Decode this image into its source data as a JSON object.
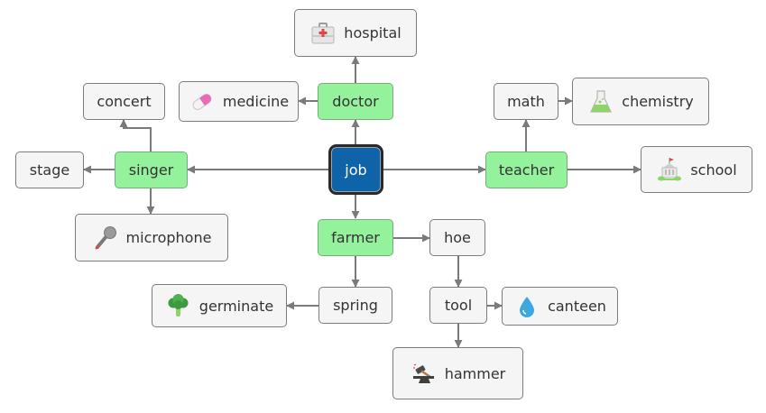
{
  "diagram": {
    "root": {
      "label": "job"
    },
    "nodes": {
      "doctor": "doctor",
      "hospital": "hospital",
      "medicine": "medicine",
      "singer": "singer",
      "concert": "concert",
      "stage": "stage",
      "microphone": "microphone",
      "teacher": "teacher",
      "math": "math",
      "chemistry": "chemistry",
      "school": "school",
      "farmer": "farmer",
      "hoe": "hoe",
      "tool": "tool",
      "canteen": "canteen",
      "hammer": "hammer",
      "spring": "spring",
      "germinate": "germinate"
    },
    "icons": {
      "hospital": "first-aid-kit-icon",
      "medicine": "pill-capsule-icon",
      "chemistry": "flask-icon",
      "school": "school-building-icon",
      "microphone": "microphone-icon",
      "canteen": "water-drop-icon",
      "hammer": "hammer-anvil-icon",
      "germinate": "broccoli-icon"
    },
    "colors": {
      "root_fill": "#0f63a8",
      "mid_fill": "#94f19c",
      "leaf_fill": "#f5f5f5",
      "connector": "#7a7a7a"
    }
  }
}
